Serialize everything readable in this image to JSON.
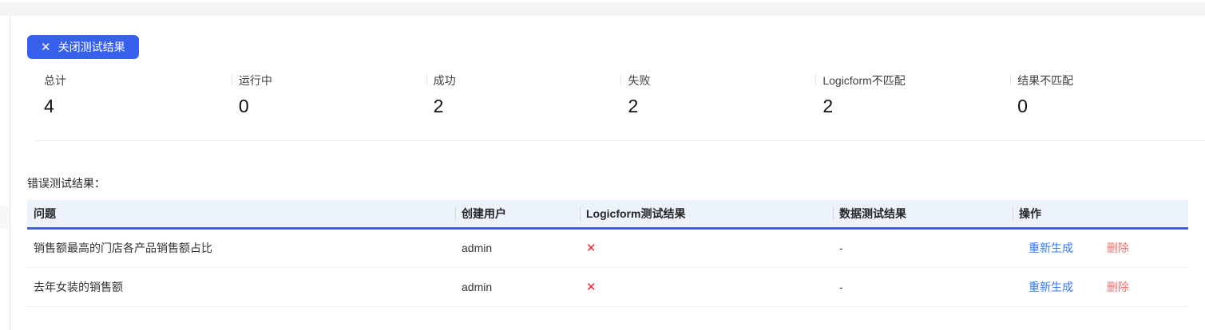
{
  "close_button": {
    "label": "关闭测试结果",
    "icon": "✕"
  },
  "stats": [
    {
      "label": "总计",
      "value": "4"
    },
    {
      "label": "运行中",
      "value": "0"
    },
    {
      "label": "成功",
      "value": "2"
    },
    {
      "label": "失败",
      "value": "2"
    },
    {
      "label": "Logicform不匹配",
      "value": "2"
    },
    {
      "label": "结果不匹配",
      "value": "0"
    }
  ],
  "error_section": {
    "title": "错误测试结果："
  },
  "table": {
    "columns": [
      "问题",
      "创建用户",
      "Logicform测试结果",
      "数据测试结果",
      "操作"
    ],
    "fail_icon": "✕",
    "empty_placeholder": "-",
    "rows": [
      {
        "question": "销售额最高的门店各产品销售额占比",
        "creator": "admin",
        "logicform_result": "✕",
        "data_result": "-",
        "regenerate_label": "重新生成",
        "delete_label": "删除"
      },
      {
        "question": "去年女装的销售额",
        "creator": "admin",
        "logicform_result": "✕",
        "data_result": "-",
        "regenerate_label": "重新生成",
        "delete_label": "删除"
      }
    ]
  },
  "colors": {
    "primary_button": "#3761ec",
    "header_background": "#edf3fc",
    "header_border": "#3e61e2",
    "fail_red": "#f5222d",
    "link_blue": "#3478f6",
    "delete_red": "#f56c6c"
  }
}
